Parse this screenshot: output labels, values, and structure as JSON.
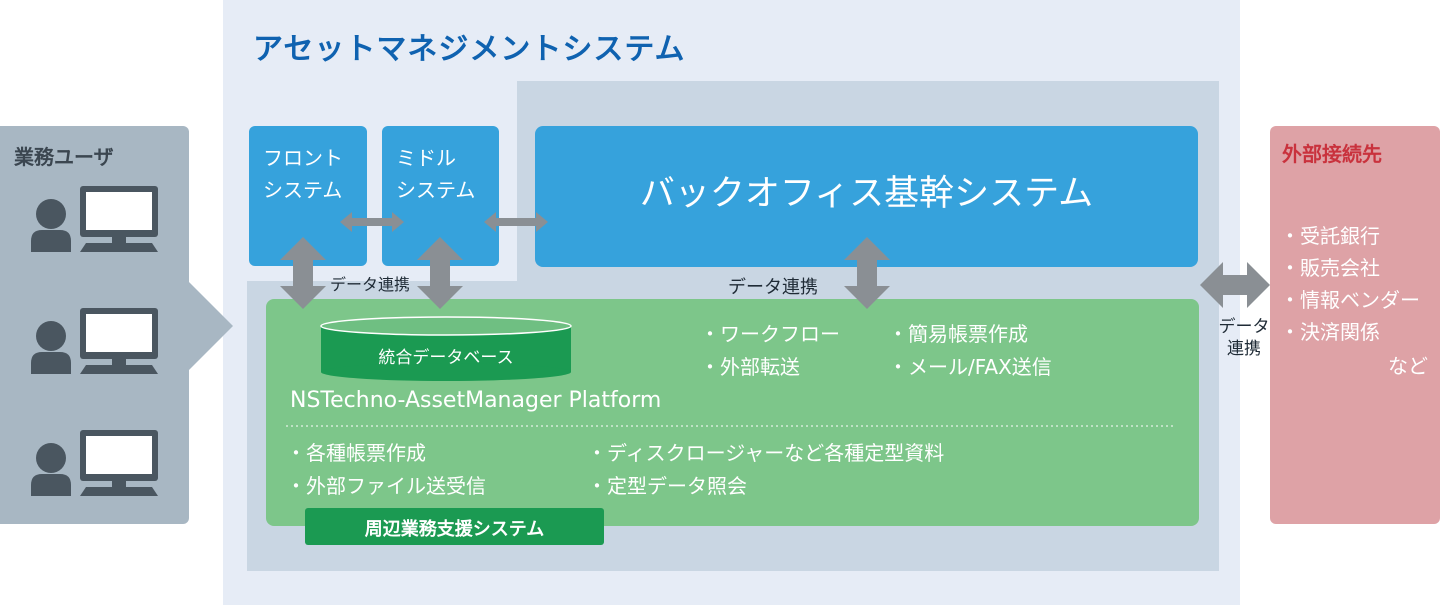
{
  "system_title": "アセットマネジメントシステム",
  "users": {
    "title": "業務ユーザ"
  },
  "front": {
    "line1": "フロント",
    "line2": "システム"
  },
  "middle": {
    "line1": "ミドル",
    "line2": "システム"
  },
  "back_office": {
    "label": "バックオフィス基幹システム"
  },
  "data_link_left": "データ連携",
  "data_link_right": "データ連携",
  "data_link_external": {
    "line1": "データ",
    "line2": "連携"
  },
  "database": {
    "label": "統合データベース"
  },
  "platform": {
    "name": "NSTechno-AssetManager Platform",
    "features_right_col1": [
      "・ワークフロー",
      "・外部転送"
    ],
    "features_right_col2": [
      "・簡易帳票作成",
      "・メール/FAX送信"
    ],
    "features_bottom_col1": [
      "・各種帳票作成",
      "・外部ファイル送受信"
    ],
    "features_bottom_col2": [
      "・ディスクロージャーなど各種定型資料",
      "・定型データ照会"
    ]
  },
  "peripheral": {
    "label": "周辺業務支援システム"
  },
  "external": {
    "title": "外部接続先",
    "items": [
      "・受託銀行",
      "・販売会社",
      "・情報ベンダー",
      "・決済関係"
    ],
    "footer": "など"
  },
  "colors": {
    "outer_bg": "#e6ecf6",
    "inner_bg": "#c9d6e3",
    "blue_box": "#36a2dc",
    "green_box": "#7dc68a",
    "dark_green": "#1b9a52",
    "users_bg": "#a8b7c3",
    "external_bg": "#dea2a6",
    "arrow": "#8a8f94",
    "title_blue": "#0f62b0",
    "external_title": "#c9323d"
  }
}
